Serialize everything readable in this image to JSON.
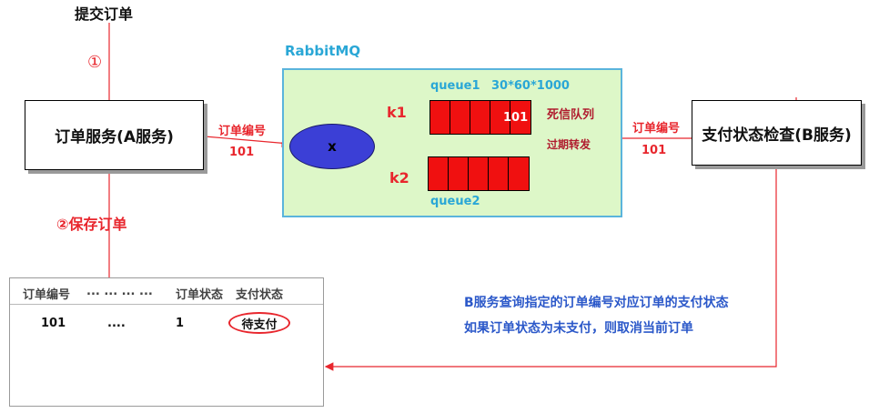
{
  "submit_order": "提交订单",
  "step1": "①",
  "step2": "②保存订单",
  "service_a": "订单服务(A服务)",
  "service_b": "支付状态检查(B服务)",
  "order_no_label_left": "订单编号",
  "order_no_value_left": "101",
  "order_no_label_right": "订单编号",
  "order_no_value_right": "101",
  "rabbitmq_title": "RabbitMQ",
  "exchange_label": "x",
  "k1": "k1",
  "k2": "k2",
  "queue1_label": "queue1",
  "ttl": "30*60*1000",
  "queue2_label": "queue2",
  "message_in_queue": "101",
  "dead_letter": "死信队列",
  "expire_forward": "过期转发",
  "table": {
    "headers": [
      "订单编号",
      "... ... ... ...",
      "订单状态",
      "支付状态"
    ],
    "row": [
      "101",
      "....",
      "1",
      "待支付"
    ]
  },
  "description": {
    "line1": "B服务查询指定的订单编号对应订单的支付状态",
    "line2": "如果订单状态为未支付，则取消当前订单"
  },
  "colors": {
    "red": "#e8262d",
    "queue_red": "#f01010",
    "exchange_blue": "#3b3fd6",
    "mq_bg": "#ddf7c8",
    "mq_border": "#5ab4dc",
    "desc_blue": "#2b58c9"
  }
}
